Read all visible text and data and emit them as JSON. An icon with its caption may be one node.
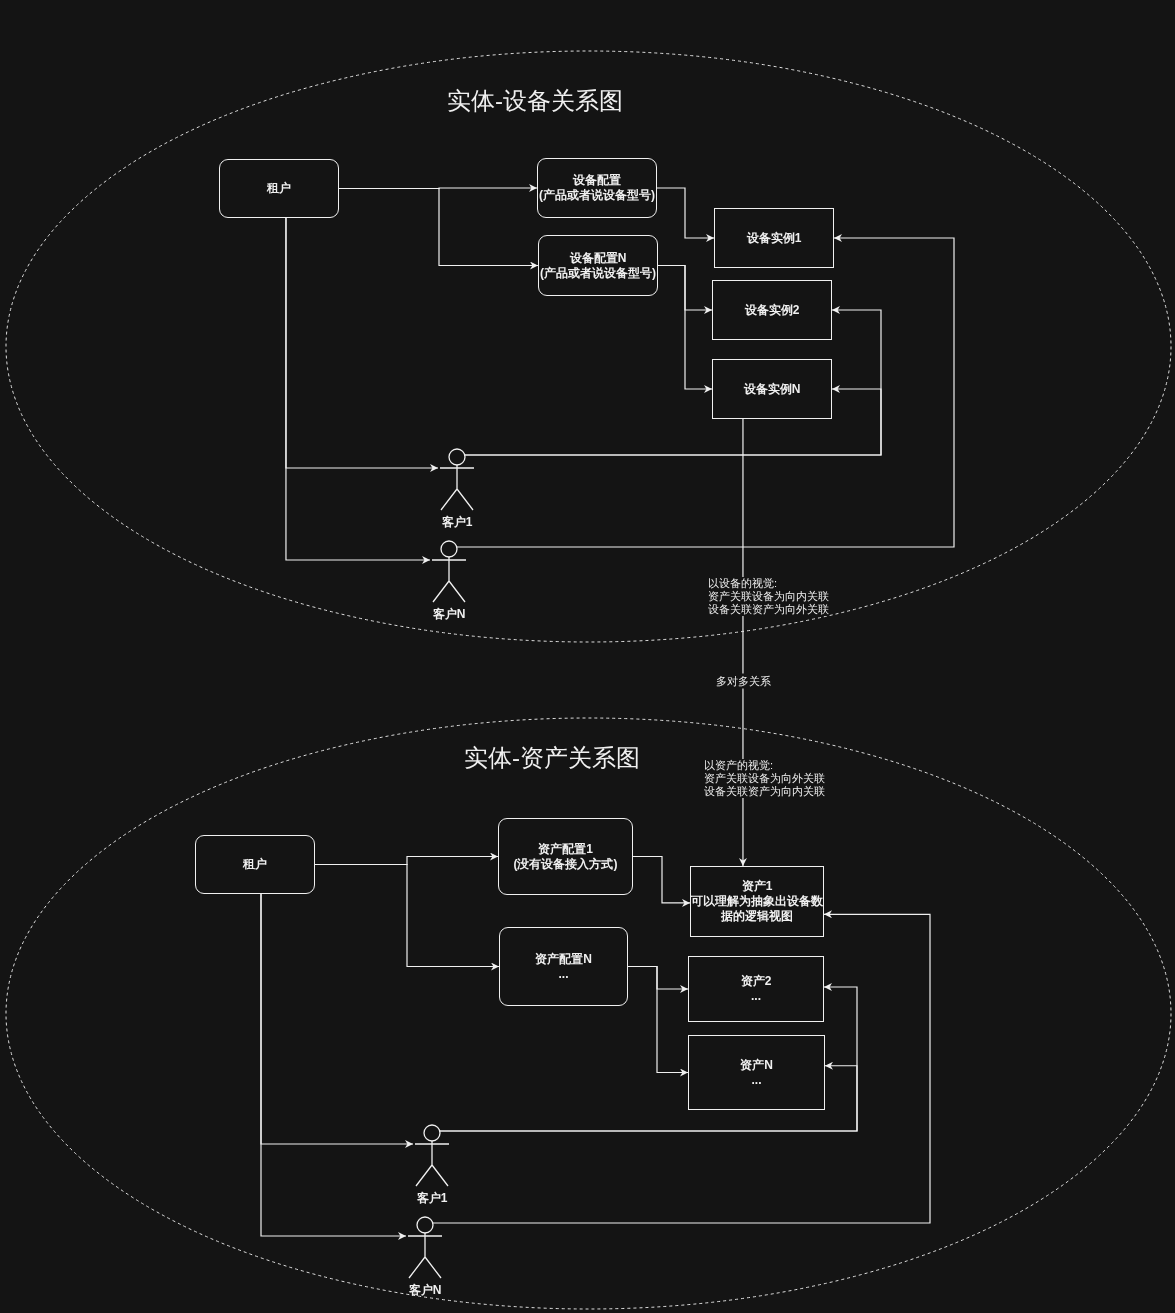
{
  "diagram": {
    "nodes": [
      {
        "text": [
          "实体-设备关系图"
        ]
      },
      {
        "text": [
          "租户"
        ],
        "in": 0
      },
      {
        "text": [
          "设备配置 (产品或者说设备型号)"
        ],
        "in": 0
      },
      {
        "text": [
          "设备配置N (产品或者说设备型号)"
        ],
        "in": 0
      },
      {
        "text": [
          "设备实例1"
        ],
        "in": 0
      },
      {
        "text": [
          "设备实例2"
        ],
        "in": 0
      },
      {
        "text": [
          "设备实例N"
        ],
        "in": 0
      },
      {
        "text": [
          "客户1"
        ],
        "in": 0
      },
      {
        "text": [
          "客户N"
        ],
        "in": 0
      },
      {
        "text": [
          "实体-资产关系图"
        ]
      },
      {
        "text": [
          "租户"
        ],
        "in": 9
      },
      {
        "text": [
          "资产配置1 (没有设备接入方式)"
        ],
        "in": 9
      },
      {
        "text": [
          "资产配置N ..."
        ],
        "in": 9
      },
      {
        "text": [
          "资产1 可以理解为抽象出设备数据的逻辑视图"
        ],
        "in": 9
      },
      {
        "text": [
          "资产2 ..."
        ],
        "in": 9
      },
      {
        "text": [
          "资产N ..."
        ],
        "in": 9
      },
      {
        "text": [
          "客户1"
        ],
        "in": 9
      },
      {
        "text": [
          "客户N"
        ],
        "in": 9
      }
    ],
    "edges": [
      {
        "from": 1,
        "to": 2,
        "arrow": "to"
      },
      {
        "from": 1,
        "to": 3,
        "arrow": "to"
      },
      {
        "from": 2,
        "to": 4,
        "arrow": "to"
      },
      {
        "from": 3,
        "to": 5,
        "arrow": "to"
      },
      {
        "from": 3,
        "to": 6,
        "arrow": "to"
      },
      {
        "from": 1,
        "to": 7,
        "arrow": "to"
      },
      {
        "from": 1,
        "to": 8,
        "arrow": "to"
      },
      {
        "from": 7,
        "to": 5,
        "arrow": "to"
      },
      {
        "from": 7,
        "to": 6,
        "arrow": "to"
      },
      {
        "from": 8,
        "to": 4,
        "arrow": "to"
      },
      {
        "from": 6,
        "to": 13,
        "arrow": "to",
        "label": "多对多关系"
      },
      {
        "from": 10,
        "to": 11,
        "arrow": "to"
      },
      {
        "from": 10,
        "to": 12,
        "arrow": "to"
      },
      {
        "from": 11,
        "to": 13,
        "arrow": "to"
      },
      {
        "from": 12,
        "to": 14,
        "arrow": "to"
      },
      {
        "from": 12,
        "to": 15,
        "arrow": "to"
      },
      {
        "from": 10,
        "to": 16,
        "arrow": "to"
      },
      {
        "from": 10,
        "to": 17,
        "arrow": "to"
      },
      {
        "from": 16,
        "to": 14,
        "arrow": "to"
      },
      {
        "from": 16,
        "to": 15,
        "arrow": "to"
      },
      {
        "from": 17,
        "to": 13,
        "arrow": "to"
      }
    ],
    "labels": [
      "以设备的视觉:资产关联设备为向内关联设备关联资产为向外关联",
      "以资产的视觉:资产关联设备为向外关联设备关联资产为向内关联"
    ]
  }
}
